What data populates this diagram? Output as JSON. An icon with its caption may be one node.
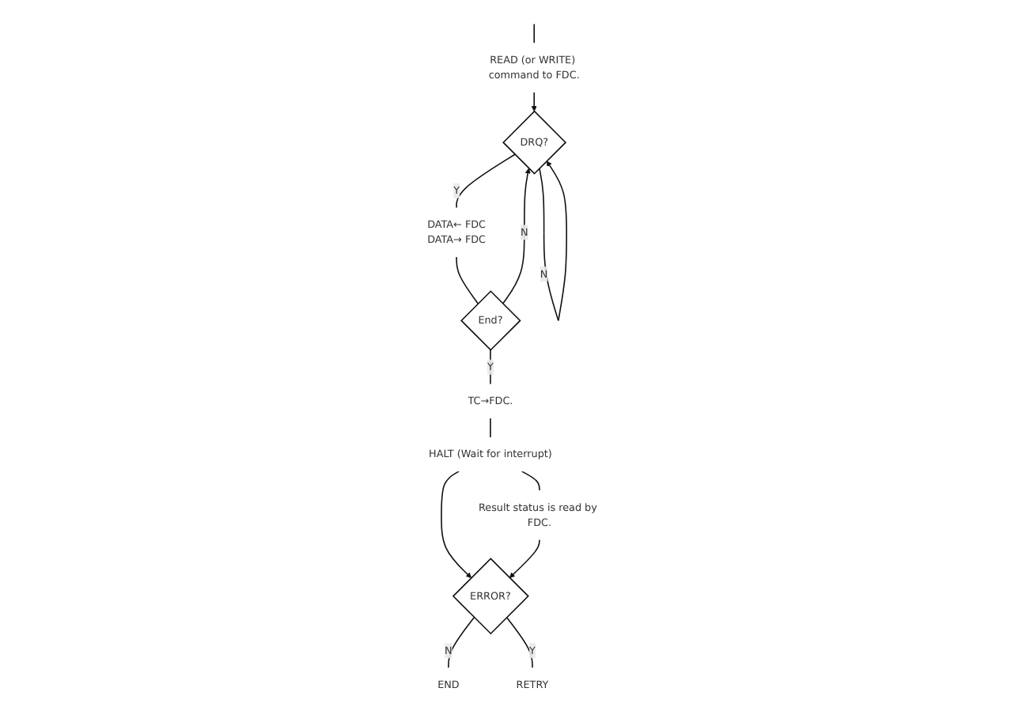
{
  "diagram": {
    "nodes": [
      {
        "text": [
          "READ (or WRITE) command to FDC."
        ]
      },
      {
        "text": [
          "DRQ?"
        ]
      },
      {
        "text": [
          "DATA← FDC",
          "DATA→ FDC"
        ]
      },
      {
        "text": [
          "End?"
        ]
      },
      {
        "text": [
          "TC→FDC."
        ]
      },
      {
        "text": [
          "HALT (Wait for interrupt)"
        ]
      },
      {
        "text": [
          "Result status is read by FDC."
        ]
      },
      {
        "text": [
          "ERROR?"
        ]
      },
      {
        "text": [
          "END"
        ]
      },
      {
        "text": [
          "RETRY"
        ]
      }
    ],
    "edges": [
      {
        "from": null,
        "to": 0,
        "arrow": "none"
      },
      {
        "from": 0,
        "to": 1,
        "arrow": "to"
      },
      {
        "from": 1,
        "to": 1,
        "arrow": "to",
        "label": "N"
      },
      {
        "from": 1,
        "to": 2,
        "arrow": "none",
        "label": "Y"
      },
      {
        "from": 2,
        "to": 3,
        "arrow": "none"
      },
      {
        "from": 3,
        "to": 1,
        "arrow": "to",
        "label": "N"
      },
      {
        "from": 3,
        "to": 4,
        "arrow": "none",
        "label": "Y"
      },
      {
        "from": 4,
        "to": 5,
        "arrow": "none"
      },
      {
        "from": 5,
        "to": 7,
        "arrow": "to"
      },
      {
        "from": 5,
        "to": 6,
        "arrow": "none"
      },
      {
        "from": 6,
        "to": 7,
        "arrow": "to"
      },
      {
        "from": 7,
        "to": 8,
        "arrow": "none",
        "label": "N"
      },
      {
        "from": 7,
        "to": 9,
        "arrow": "none",
        "label": "Y"
      }
    ]
  }
}
